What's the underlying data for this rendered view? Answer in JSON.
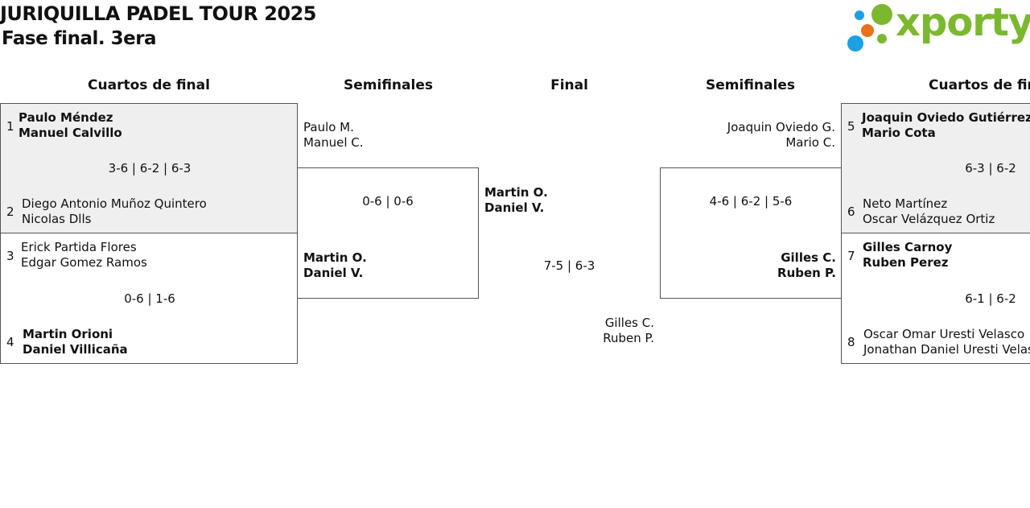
{
  "header": {
    "title": "JURIQUILLA PADEL TOUR 2025",
    "subtitle": "Fase final. 3era",
    "logo_text": "xporty",
    "logo_colors": {
      "green": "#7cb82f",
      "blue": "#1ba1e2",
      "orange": "#e8711a"
    }
  },
  "rounds": {
    "qf_left": "Cuartos de final",
    "sf_left": "Semifinales",
    "final": "Final",
    "sf_right": "Semifinales",
    "qf_right": "Cuartos de final"
  },
  "quarterfinals_left": [
    {
      "seed_a": "1",
      "a1": "Paulo Méndez",
      "a2": "Manuel Calvillo",
      "score": "3-6 | 6-2 | 6-3",
      "seed_b": "2",
      "b1": "Diego Antonio Muñoz Quintero",
      "b2": "Nicolas Dlls"
    },
    {
      "seed_a": "3",
      "a1": "Erick Partida Flores",
      "a2": "Edgar Gomez Ramos",
      "score": "0-6 | 1-6",
      "seed_b": "4",
      "b1": "Martin Orioni",
      "b2": "Daniel Villicaña"
    }
  ],
  "semifinal_left": {
    "a1": "Paulo M.",
    "a2": "Manuel C.",
    "score": "0-6 | 0-6",
    "b1": "Martin O.",
    "b2": "Daniel V."
  },
  "final": {
    "a1": "Martin O.",
    "a2": "Daniel V.",
    "score": "7-5 | 6-3",
    "b1": "Gilles C.",
    "b2": "Ruben P."
  },
  "semifinal_right": {
    "a1": "Joaquin Oviedo G.",
    "a2": "Mario C.",
    "score": "4-6 | 6-2 | 5-6",
    "b1": "Gilles C.",
    "b2": "Ruben P."
  },
  "quarterfinals_right": [
    {
      "seed_a": "5",
      "a1": "Joaquin Oviedo Gutiérrez",
      "a2": "Mario Cota",
      "score": "6-3 | 6-2",
      "seed_b": "6",
      "b1": "Neto Martínez",
      "b2": "Oscar Velázquez Ortiz"
    },
    {
      "seed_a": "7",
      "a1": "Gilles Carnoy",
      "a2": "Ruben Perez",
      "score": "6-1 | 6-2",
      "seed_b": "8",
      "b1": "Oscar Omar Uresti Velasco",
      "b2": "Jonathan Daniel Uresti Velasco"
    }
  ]
}
